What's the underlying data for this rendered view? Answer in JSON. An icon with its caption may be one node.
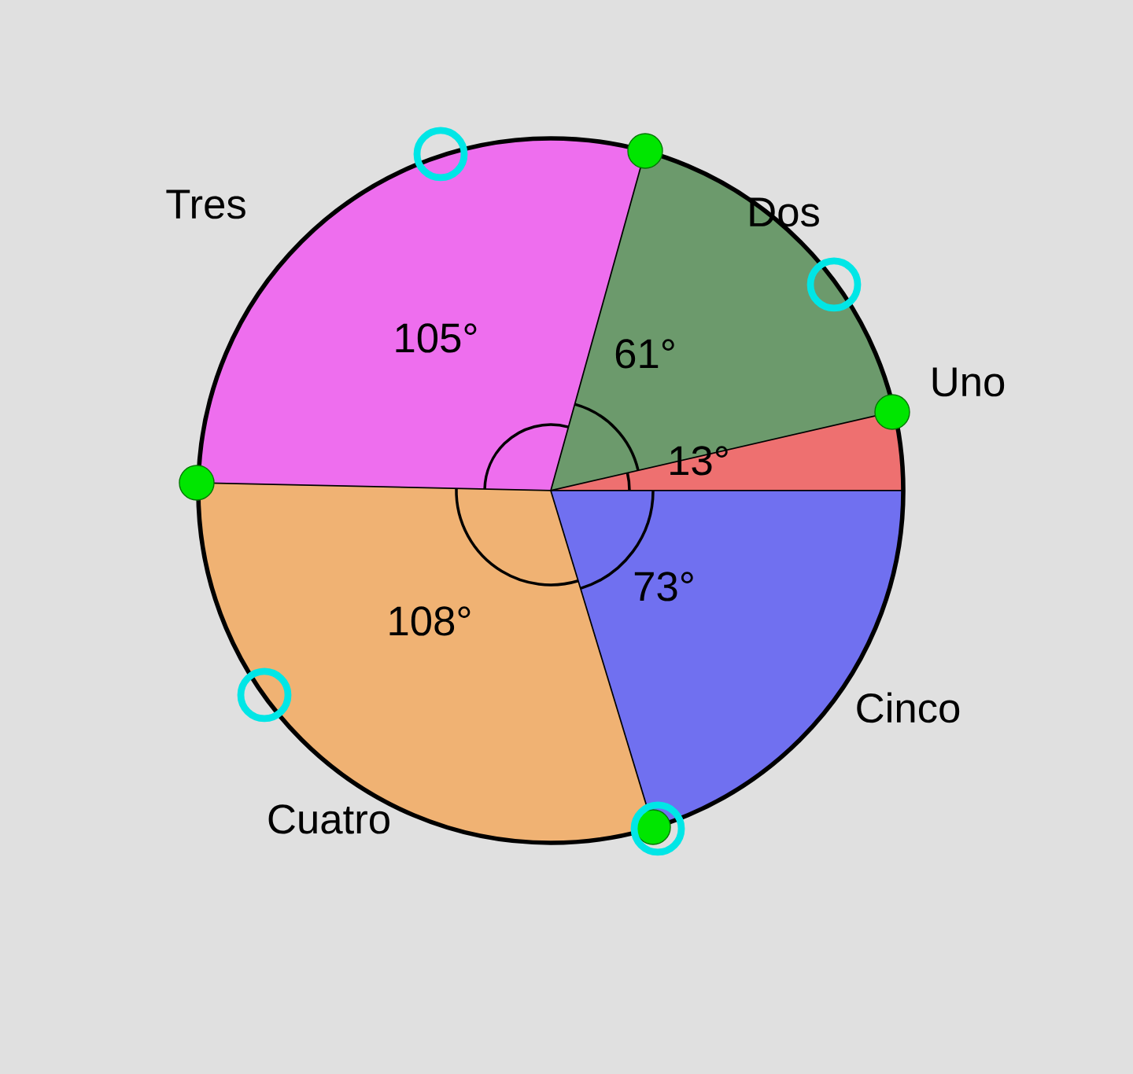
{
  "diagram": {
    "nodes": [
      {
        "text": [
          "13°"
        ]
      },
      {
        "text": [
          "61°"
        ]
      },
      {
        "text": [
          "105°"
        ]
      },
      {
        "text": [
          "108°"
        ]
      },
      {
        "text": [
          "73°"
        ]
      }
    ],
    "labels": [
      "Tres",
      "Dos",
      "Uno",
      "Cinco",
      "Cuatro"
    ]
  }
}
